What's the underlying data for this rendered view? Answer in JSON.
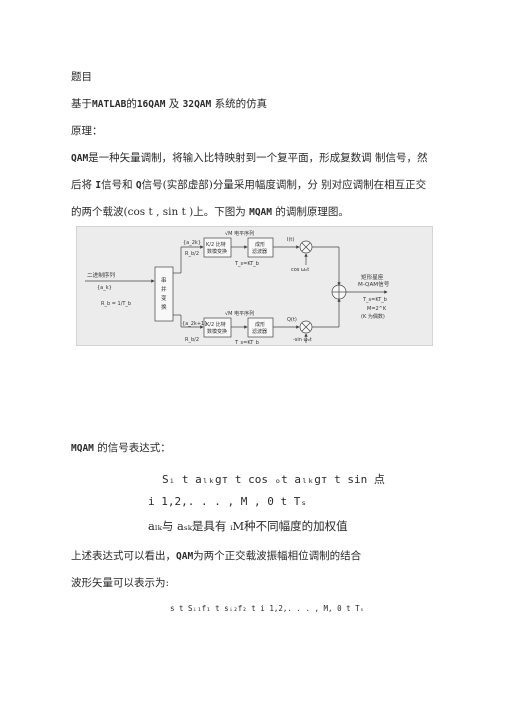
{
  "title": "题目",
  "subtitle": {
    "prefix": "基于",
    "matlab": "MATLAB",
    "de": "的",
    "qam16": "16QAM",
    "ji": "及",
    "qam32": "32QAM",
    "suffix": "系统的仿真"
  },
  "principle": "原理：",
  "paragraph1": {
    "qam": "QAM",
    "line1": "是一种矢量调制，将输入比特映射到一个复平面，形成复数调  制信号，然",
    "line2_a": "后将",
    "i": "I",
    "line2_b": "信号和",
    "q": "Q",
    "line2_c": "信号(实部虚部)分量采用幅度调制，分  别对应调制在相互正交",
    "line3_a": "的两个载波(cos t , sin t )上。下图为",
    "mqam": "MQAM",
    "line3_b": "的调制原理图。"
  },
  "diagram": {
    "input_label": "二进制序列",
    "input_symbol": "{a_k}",
    "rate_label": "R_b = 1/T_b",
    "sp_converter": [
      "串",
      "并",
      "变",
      "换"
    ],
    "upper_sym": "{a_2k}",
    "upper_rate": "R_b/2",
    "lower_sym": "{a_2k+1}",
    "lower_rate": "R_b/2",
    "converter_line1": "K/2 比特",
    "converter_line2": "数模变换",
    "level_label": "√M 电平序列",
    "shaping_line1": "成形",
    "shaping_line2": "滤波器",
    "ts_label": "T_s=KT_b",
    "i_label": "I(t)",
    "q_label": "Q(t)",
    "cos_label": "cos ω₀t",
    "sin_label": "-sin ω₀t",
    "out_line1": "矩形星座",
    "out_line2": "M-QAM信号",
    "out_ts": "T_s=KT_b",
    "out_m": "M=2^K",
    "out_k": "(K 为偶数)"
  },
  "signal_heading": {
    "mqam": "MQAM",
    "text": "的信号表达式："
  },
  "equations": {
    "line1": "Sᵢ t  aₗₖgᴛ t  cos  ₒt  aₗₖgᴛ t  sin  点",
    "line2": "i  1,2,. . . ,  M ,   0  t  Tₛ",
    "line3": "aₗₖ与 aₛₖ是具有 ᵢM种不同幅度的加权值"
  },
  "paragraph2": {
    "line1_a": "上述表达式可以看出，",
    "qam": "QAM",
    "line1_b": "为两个正交载波振幅相位调制的结合",
    "line2": "波形矢量可以表示为:"
  },
  "vector_eq": "s  t  Sᵢ₁f₁ t  sᵢ₂f₂ t  i  1,2,. . . ,  M,   0  t  Tₛ"
}
